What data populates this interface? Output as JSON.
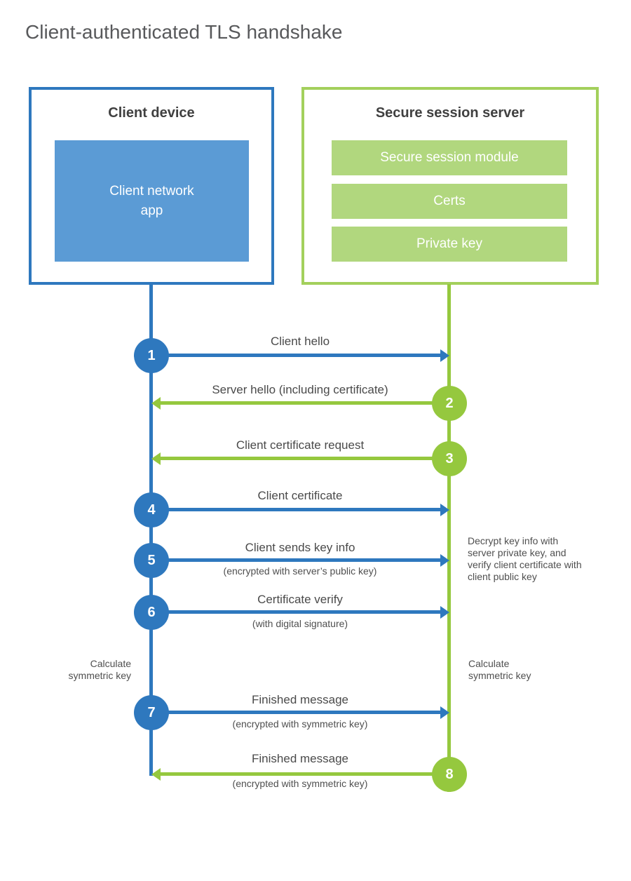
{
  "title": "Client-authenticated TLS handshake",
  "client": {
    "heading": "Client device",
    "app_lines": [
      "Client network",
      "app"
    ]
  },
  "server": {
    "heading": "Secure session server",
    "modules": [
      "Secure session module",
      "Certs",
      "Private key"
    ]
  },
  "messages": [
    {
      "num": "1",
      "label": "Client hello",
      "sub": "",
      "direction": "client-to-server",
      "color": "blue"
    },
    {
      "num": "2",
      "label": "Server hello (including certificate)",
      "sub": "",
      "direction": "server-to-client",
      "color": "green"
    },
    {
      "num": "3",
      "label": "Client certificate request",
      "sub": "",
      "direction": "server-to-client",
      "color": "green"
    },
    {
      "num": "4",
      "label": "Client certificate",
      "sub": "",
      "direction": "client-to-server",
      "color": "blue"
    },
    {
      "num": "5",
      "label": "Client sends key info",
      "sub": "(encrypted with server’s public key)",
      "direction": "client-to-server",
      "color": "blue"
    },
    {
      "num": "6",
      "label": "Certificate verify",
      "sub": "(with digital signature)",
      "direction": "client-to-server",
      "color": "blue"
    },
    {
      "num": "7",
      "label": "Finished message",
      "sub": "(encrypted with symmetric key)",
      "direction": "client-to-server",
      "color": "blue"
    },
    {
      "num": "8",
      "label": "Finished message",
      "sub": "(encrypted with symmetric key)",
      "direction": "server-to-client",
      "color": "green"
    }
  ],
  "annotations": {
    "decrypt_note": "Decrypt key info with server private key, and verify client certificate with client public key",
    "calc_left": "Calculate symmetric key",
    "calc_right": "Calculate symmetric key"
  },
  "colors": {
    "blue": "#2e78be",
    "blue_fill": "#5b9bd5",
    "green": "#95c83e",
    "green_border": "#a3d05c",
    "green_fill": "#b1d77e"
  }
}
